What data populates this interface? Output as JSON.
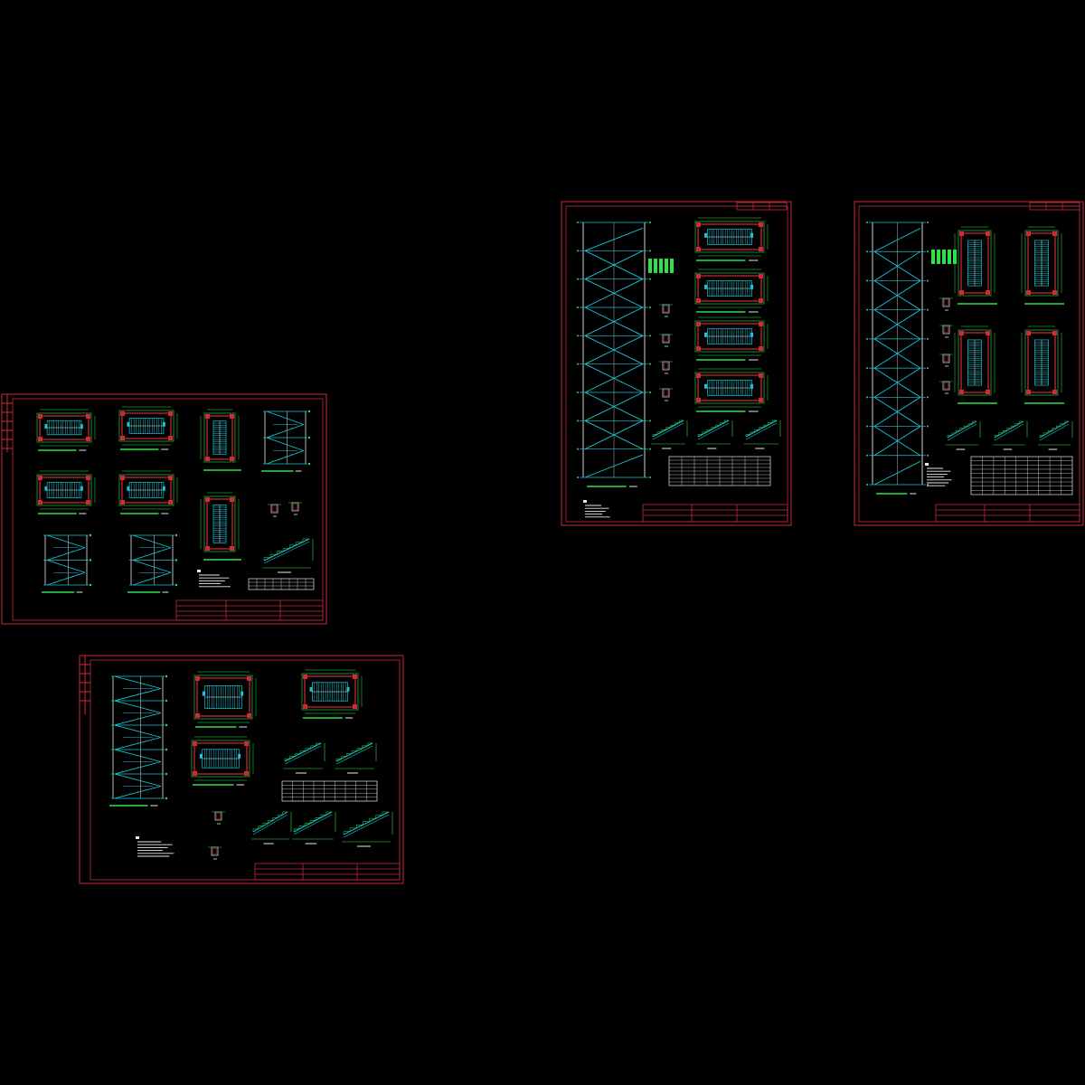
{
  "window": {
    "background": "#000000"
  },
  "colors": {
    "frame": "#c8283a",
    "structure": "#19c6d6",
    "annotation": "#2fe04a",
    "text": "#e8e8e8",
    "accent_red": "#d02a36",
    "accent_magenta": "#d62ad6",
    "accent_yellow": "#e6d21e"
  },
  "sheets": [
    {
      "id": "sheet-1",
      "kind": "landscape-plans-and-sections",
      "panels": [
        "plan",
        "plan",
        "plan-tall",
        "section",
        "plan",
        "plan",
        "plan-tall",
        "detail",
        "section",
        "section",
        "notes",
        "detail",
        "title-block"
      ]
    },
    {
      "id": "sheet-2",
      "kind": "landscape-section-plans-details",
      "panels": [
        "section",
        "plan",
        "plan",
        "plan",
        "detail",
        "detail",
        "detail",
        "table",
        "notes",
        "title-block"
      ]
    },
    {
      "id": "sheet-3",
      "kind": "portrait-tall-stair-section",
      "panels": [
        "section",
        "plan",
        "plan",
        "plan",
        "plan",
        "detail",
        "table",
        "notes",
        "title-block"
      ]
    },
    {
      "id": "sheet-4",
      "kind": "portrait-tall-stair-section",
      "panels": [
        "section",
        "plan",
        "plan",
        "plan",
        "plan",
        "detail",
        "table",
        "notes",
        "title-block"
      ]
    }
  ]
}
